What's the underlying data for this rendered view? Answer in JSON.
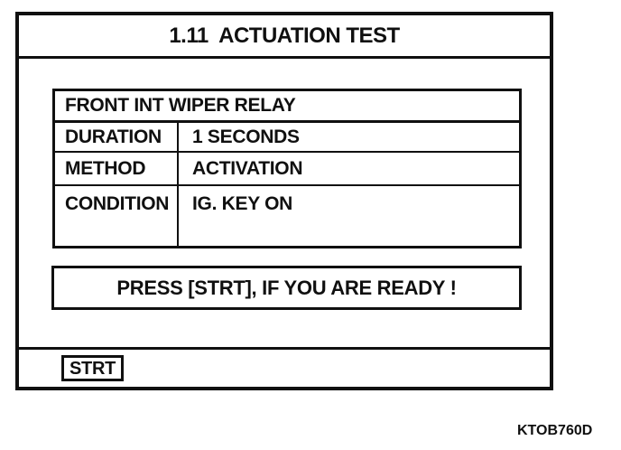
{
  "colors": {
    "ink": "#101010",
    "paper": "#ffffff"
  },
  "screen": {
    "title": "1.11  ACTUATION TEST",
    "test_table": {
      "header": "FRONT INT WIPER RELAY",
      "rows": [
        {
          "label": "DURATION",
          "value": "1 SECONDS"
        },
        {
          "label": "METHOD",
          "value": "ACTIVATION"
        },
        {
          "label": "CONDITION",
          "value": "IG. KEY ON"
        }
      ]
    },
    "message": "PRESS [STRT], IF YOU ARE READY !",
    "function_keys": [
      {
        "label": "STRT"
      }
    ]
  },
  "caption": "KTOB760D"
}
